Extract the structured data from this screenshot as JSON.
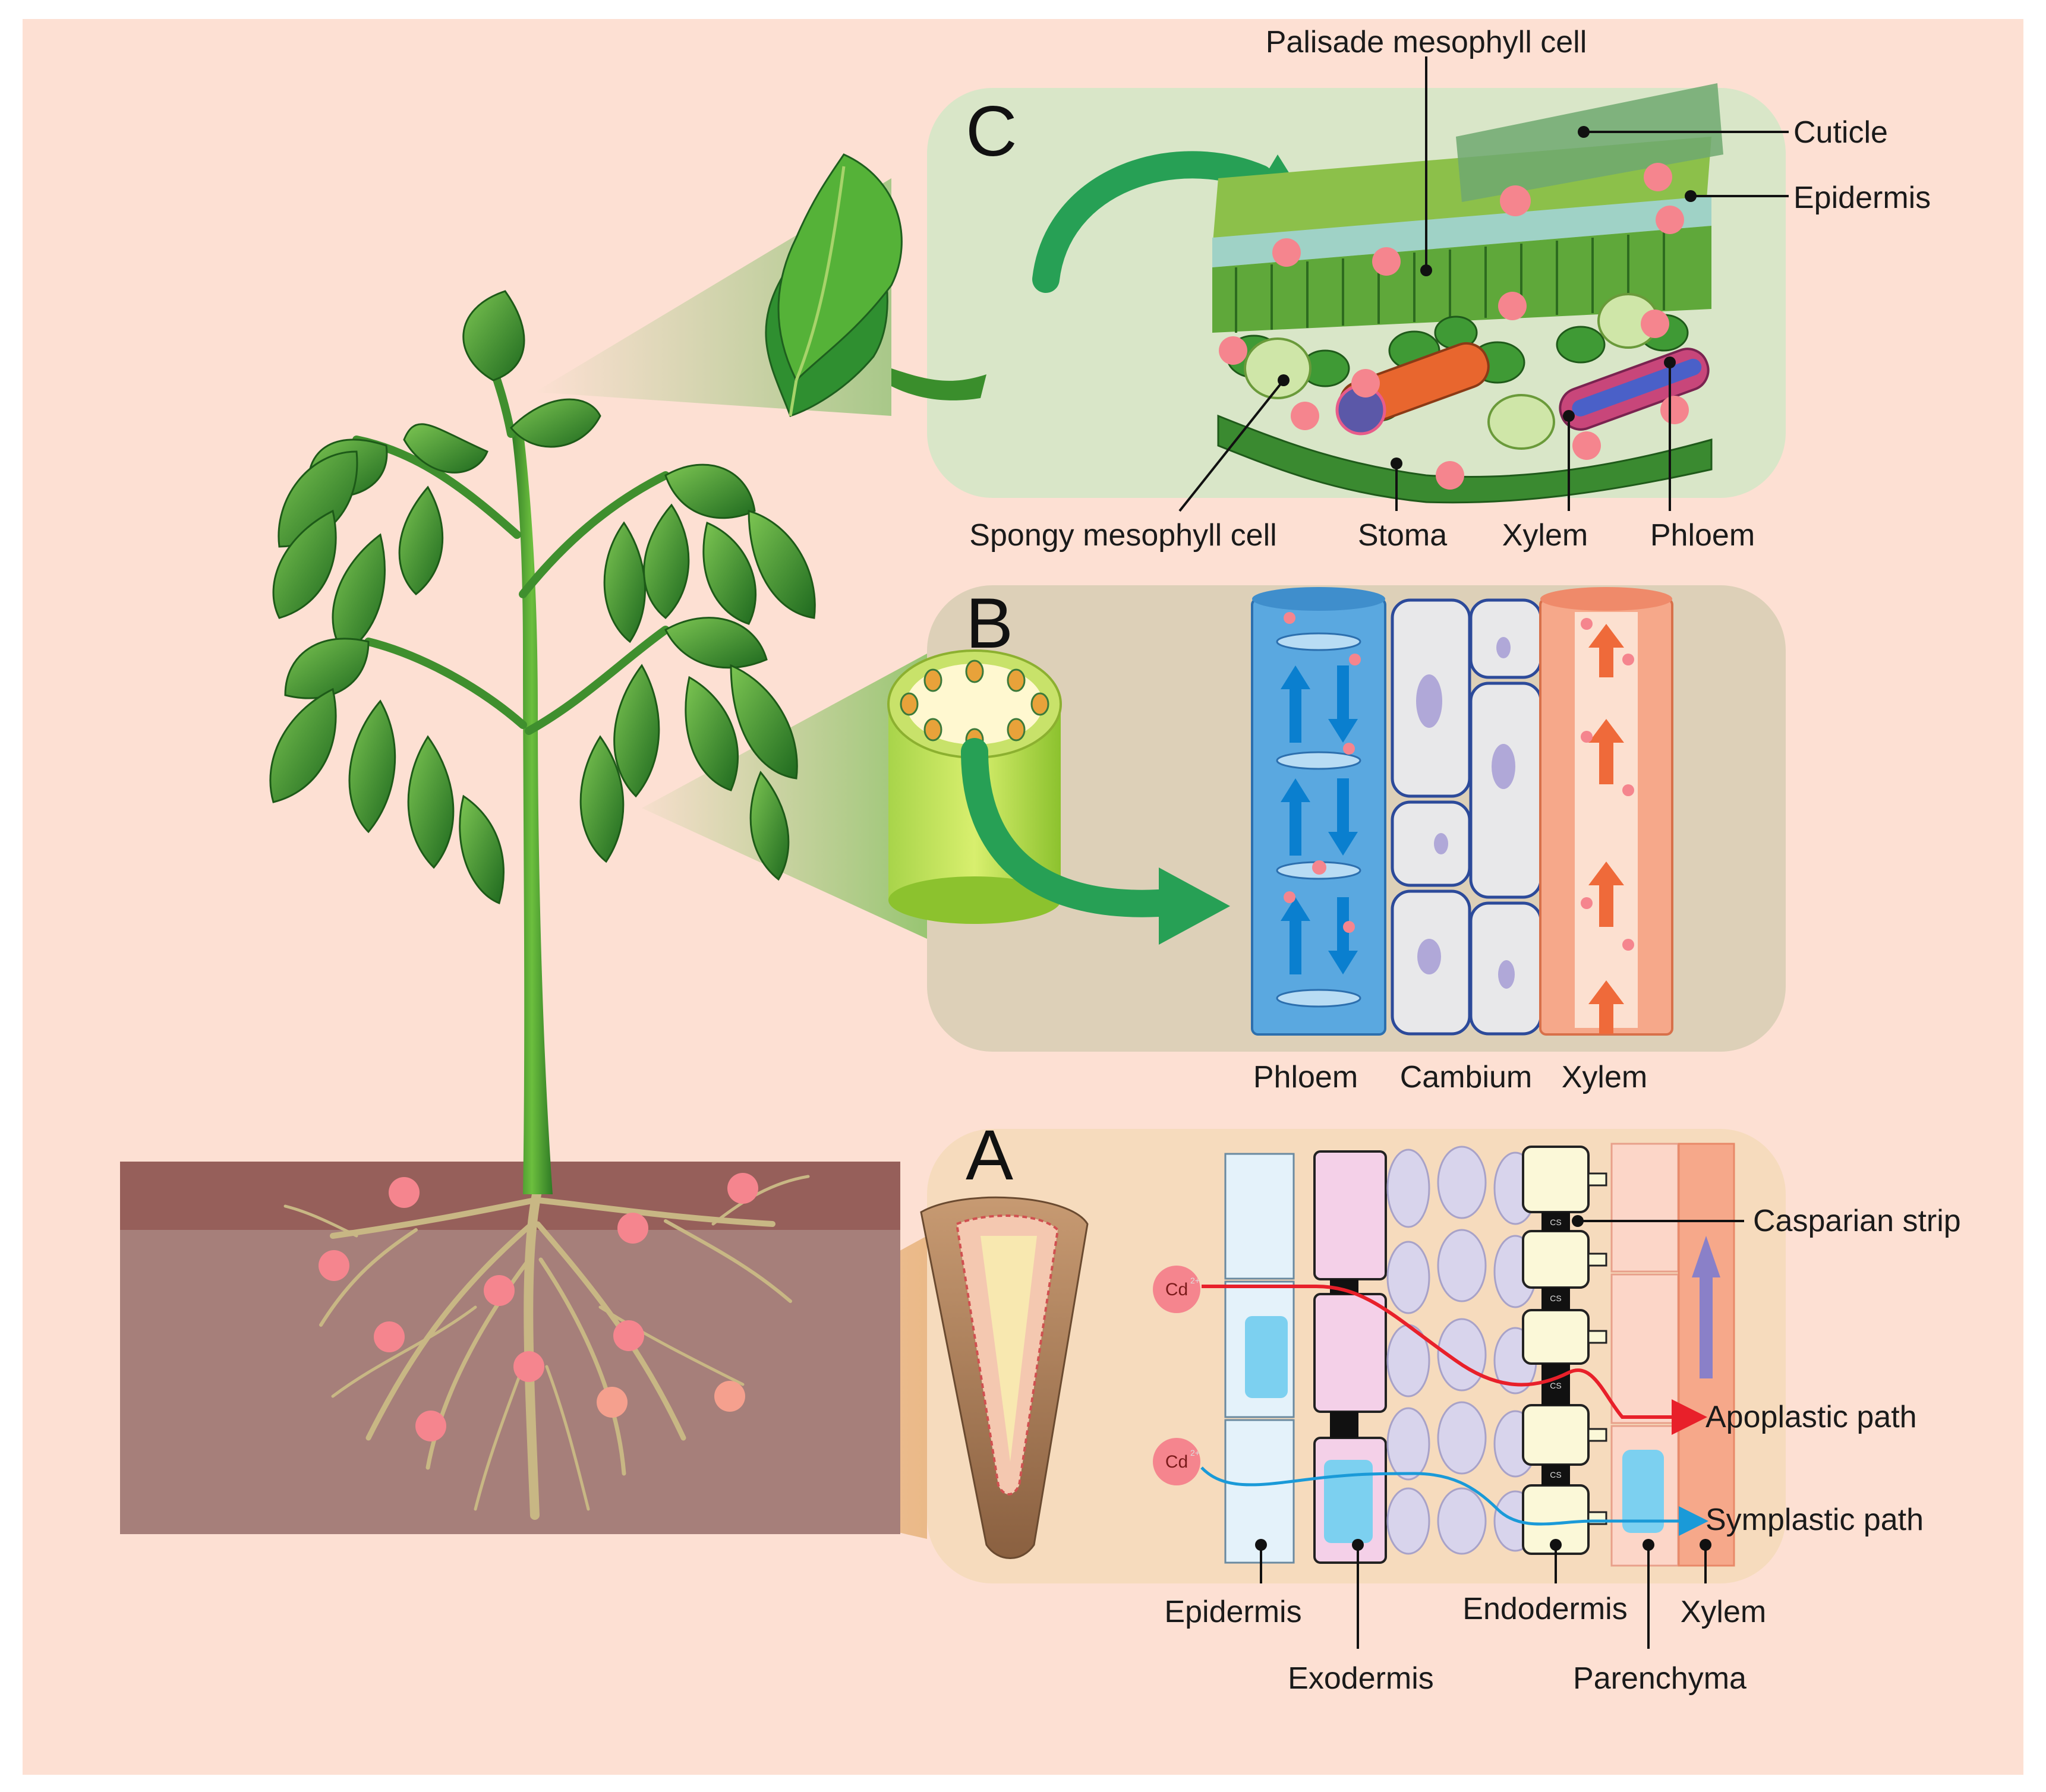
{
  "panels": {
    "C": {
      "letter": "C",
      "labels": {
        "palisade": "Palisade mesophyll cell",
        "cuticle": "Cuticle",
        "epidermis": "Epidermis",
        "spongy": "Spongy mesophyll cell",
        "stoma": "Stoma",
        "xylem": "Xylem",
        "phloem": "Phloem"
      }
    },
    "B": {
      "letter": "B",
      "labels": {
        "phloem": "Phloem",
        "cambium": "Cambium",
        "xylem": "Xylem"
      }
    },
    "A": {
      "letter": "A",
      "ion": "Cd",
      "ion_charge": "2+",
      "cs_mark": "CS",
      "labels": {
        "casparian": "Casparian strip",
        "apoplastic": "Apoplastic path",
        "symplastic": "Symplastic path",
        "epidermis": "Epidermis",
        "exodermis": "Exodermis",
        "endodermis": "Endodermis",
        "parenchyma": "Parenchyma",
        "xylem": "Xylem"
      }
    }
  },
  "colors": {
    "background": "#fde0d3",
    "panel_c": "#d9e6c8",
    "panel_b": "#ddd0b8",
    "panel_a": "#f6dbbd",
    "soil_top": "#965f5a",
    "soil": "#a67f7a",
    "cd_dot": "#f5858e",
    "apoplastic": "#e8202a",
    "symplastic": "#1a9ad8",
    "leaf": "#3e9a2c",
    "phloem_b": "#5aa8e0",
    "xylem_b": "#f6a88a"
  }
}
